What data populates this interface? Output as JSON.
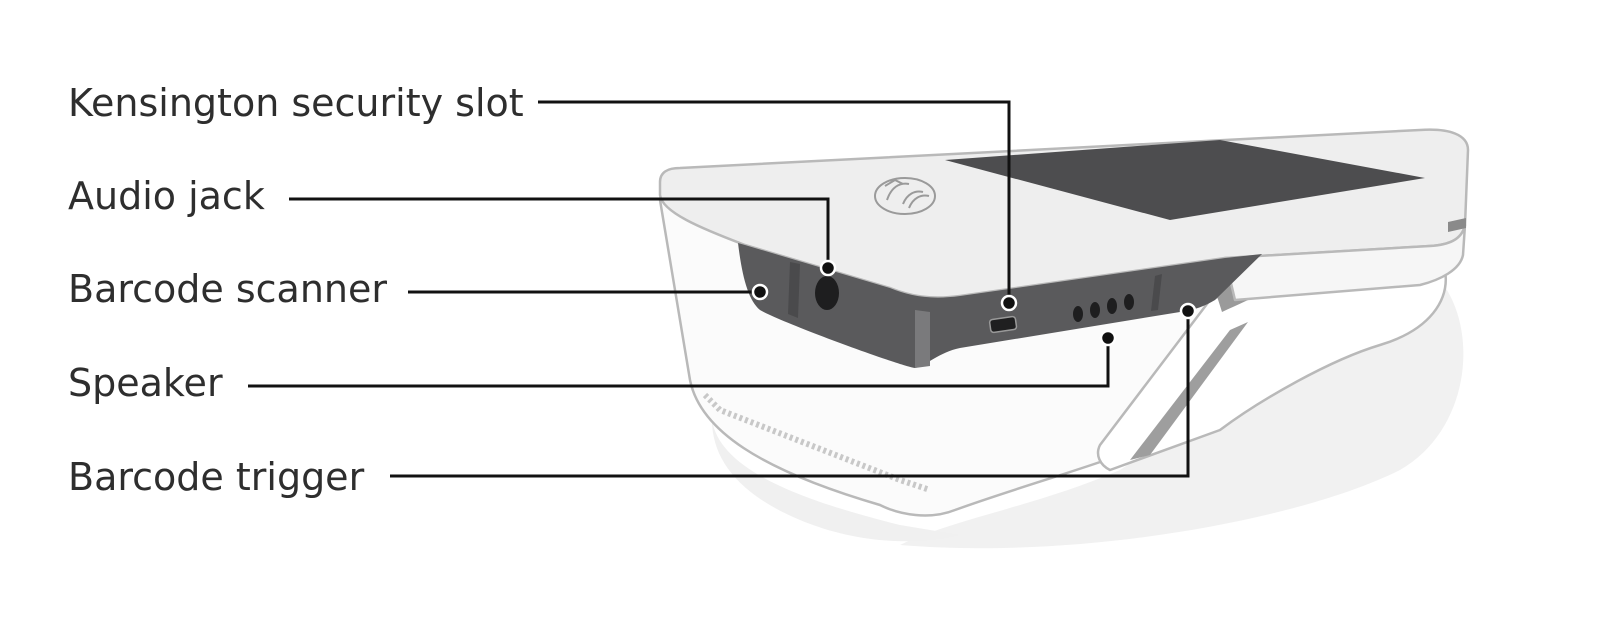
{
  "colors": {
    "label_text": "#2e2e2e",
    "leader_line": "#111111",
    "device_body": "#eeeeee",
    "device_outline": "#b9b9b9",
    "screen": "#4d4d4f",
    "port_panel": "#5a5a5c",
    "handle_shadow": "#f1f1f1"
  },
  "icons": [
    "contactless-payment-icon"
  ],
  "callouts": [
    {
      "id": "kensington",
      "label": "Kensington security slot"
    },
    {
      "id": "audio",
      "label": "Audio jack"
    },
    {
      "id": "barcode-scanner",
      "label": "Barcode scanner"
    },
    {
      "id": "speaker",
      "label": "Speaker"
    },
    {
      "id": "barcode-trigger",
      "label": "Barcode trigger"
    }
  ]
}
